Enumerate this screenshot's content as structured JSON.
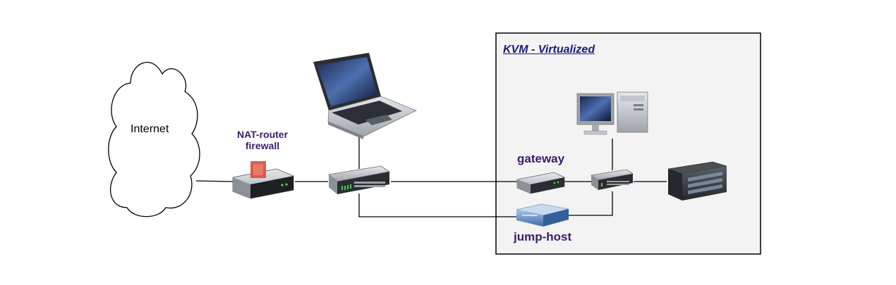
{
  "diagram": {
    "cloud_label": "Internet",
    "router_label_line1": "NAT-router",
    "router_label_line2": "firewall",
    "kvm_title": "KVM - Virtualized",
    "gateway_label": "gateway",
    "jumphost_label": "jump-host"
  },
  "colors": {
    "label": "#3a1a6b",
    "kvm_title": "#1a1a7a",
    "kvm_background": "#f3f3f3",
    "line": "#000000"
  }
}
